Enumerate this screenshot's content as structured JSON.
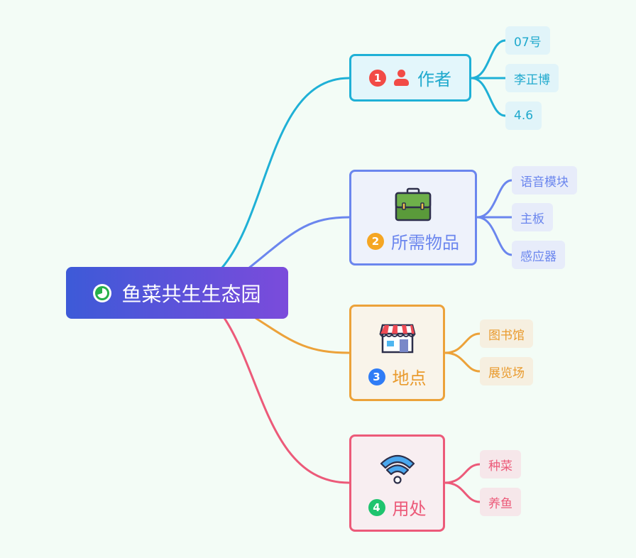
{
  "root": {
    "label": "鱼菜共生生态园",
    "icon": "pie-progress-icon",
    "gradient": [
      "#3d5ad8",
      "#7b4bdb"
    ]
  },
  "branches": [
    {
      "number": "1",
      "label": "作者",
      "icon": "person-icon",
      "color": "#1fb0d6",
      "items": [
        "07号",
        "李正博",
        "4.6"
      ]
    },
    {
      "number": "2",
      "label": "所需物品",
      "icon": "briefcase-icon",
      "color": "#6b86ee",
      "items": [
        "语音模块",
        "主板",
        "感应器"
      ]
    },
    {
      "number": "3",
      "label": "地点",
      "icon": "shop-icon",
      "color": "#eca23a",
      "items": [
        "图书馆",
        "展览场"
      ]
    },
    {
      "number": "4",
      "label": "用处",
      "icon": "wifi-icon",
      "color": "#ec5a79",
      "items": [
        "种菜",
        "养鱼"
      ]
    }
  ]
}
